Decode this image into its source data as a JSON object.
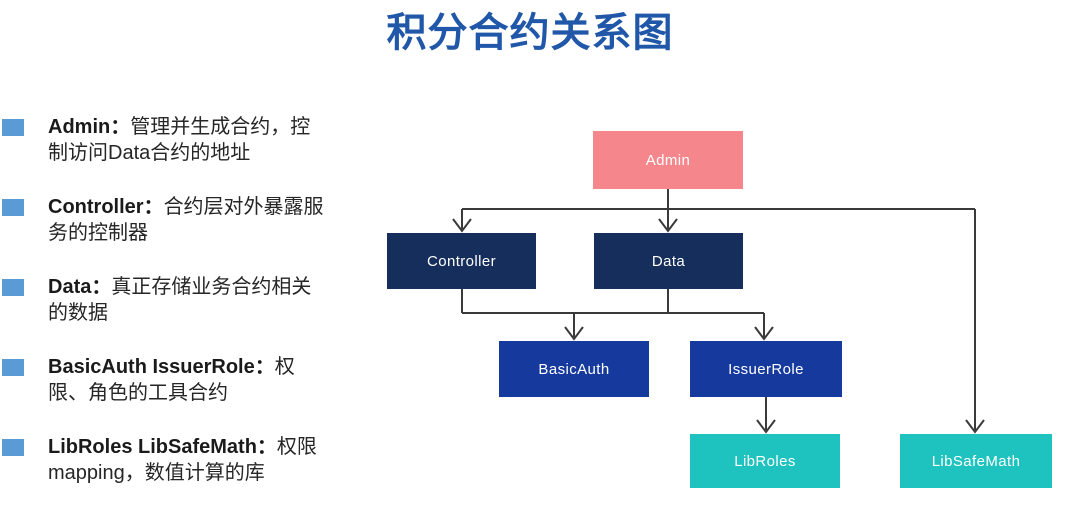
{
  "title": {
    "text": "积分合约关系图",
    "color": "#2057A8"
  },
  "legend": {
    "bullet_color": "#5B9BD5",
    "items": [
      {
        "name": "Admin：",
        "desc": "管理并生成合约，控制访问Data合约的地址"
      },
      {
        "name": "Controller：",
        "desc": "合约层对外暴露服务的控制器"
      },
      {
        "name": "Data：",
        "desc": "真正存储业务合约相关的数据"
      },
      {
        "name": "BasicAuth IssuerRole：",
        "desc": "权限、角色的工具合约"
      },
      {
        "name": "LibRoles LibSafeMath：",
        "desc": "权限mapping，数值计算的库"
      }
    ]
  },
  "diagram": {
    "nodes": [
      {
        "id": "admin",
        "label": "Admin",
        "color": "#F5868C"
      },
      {
        "id": "controller",
        "label": "Controller",
        "color": "#152E5C"
      },
      {
        "id": "data",
        "label": "Data",
        "color": "#152E5C"
      },
      {
        "id": "basicauth",
        "label": "BasicAuth",
        "color": "#16399D"
      },
      {
        "id": "issuerrole",
        "label": "IssuerRole",
        "color": "#16399D"
      },
      {
        "id": "libroles",
        "label": "LibRoles",
        "color": "#1EC2BE"
      },
      {
        "id": "libsafemath",
        "label": "LibSafeMath",
        "color": "#1EC2BE"
      }
    ],
    "edges": [
      {
        "from": "Admin",
        "to": "Controller"
      },
      {
        "from": "Admin",
        "to": "Data"
      },
      {
        "from": "Admin",
        "to": "LibSafeMath"
      },
      {
        "from": "Controller",
        "to": "BasicAuth"
      },
      {
        "from": "Controller",
        "to": "IssuerRole"
      },
      {
        "from": "Data",
        "to": "BasicAuth"
      },
      {
        "from": "Data",
        "to": "IssuerRole"
      },
      {
        "from": "IssuerRole",
        "to": "LibRoles"
      }
    ],
    "line_color": "#3A3A3A"
  }
}
